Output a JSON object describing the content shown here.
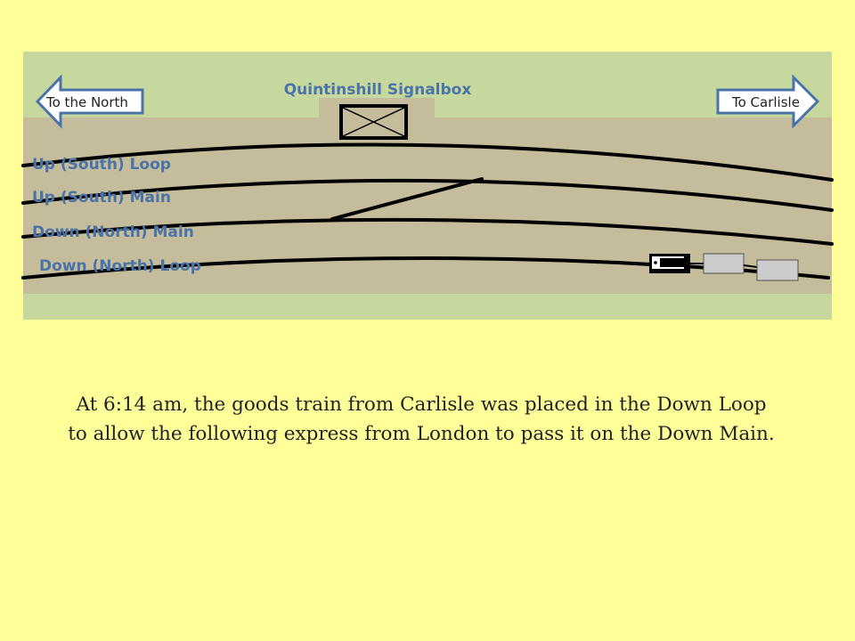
{
  "diagram": {
    "title": "Quintinshill Signalbox",
    "arrow_left": "To the North",
    "arrow_right": "To Carlisle",
    "lines": {
      "up_loop": "Up (South)  Loop",
      "up_main": "Up (South) Main",
      "down_main": "Down  (North) Main",
      "down_loop": "Down  (North) Loop"
    }
  },
  "caption": {
    "line1": "At 6:14 am, the goods train from Carlisle was placed in the Down Loop",
    "line2": "to allow the following express from London to pass it on the Down Main."
  },
  "colors": {
    "page_background": "#ffff99",
    "field": "#c6d89e",
    "track_bed": "#c4bc9a",
    "label_blue": "#4a73a8",
    "arrow_fill": "#ffffff",
    "arrow_stroke": "#4a73a8",
    "track": "#000000",
    "wagon": "#cccccc"
  },
  "icons": {
    "signalbox": "signalbox-cross-icon",
    "left_arrow": "arrow-left-icon",
    "right_arrow": "arrow-right-icon",
    "locomotive": "locomotive-icon"
  }
}
